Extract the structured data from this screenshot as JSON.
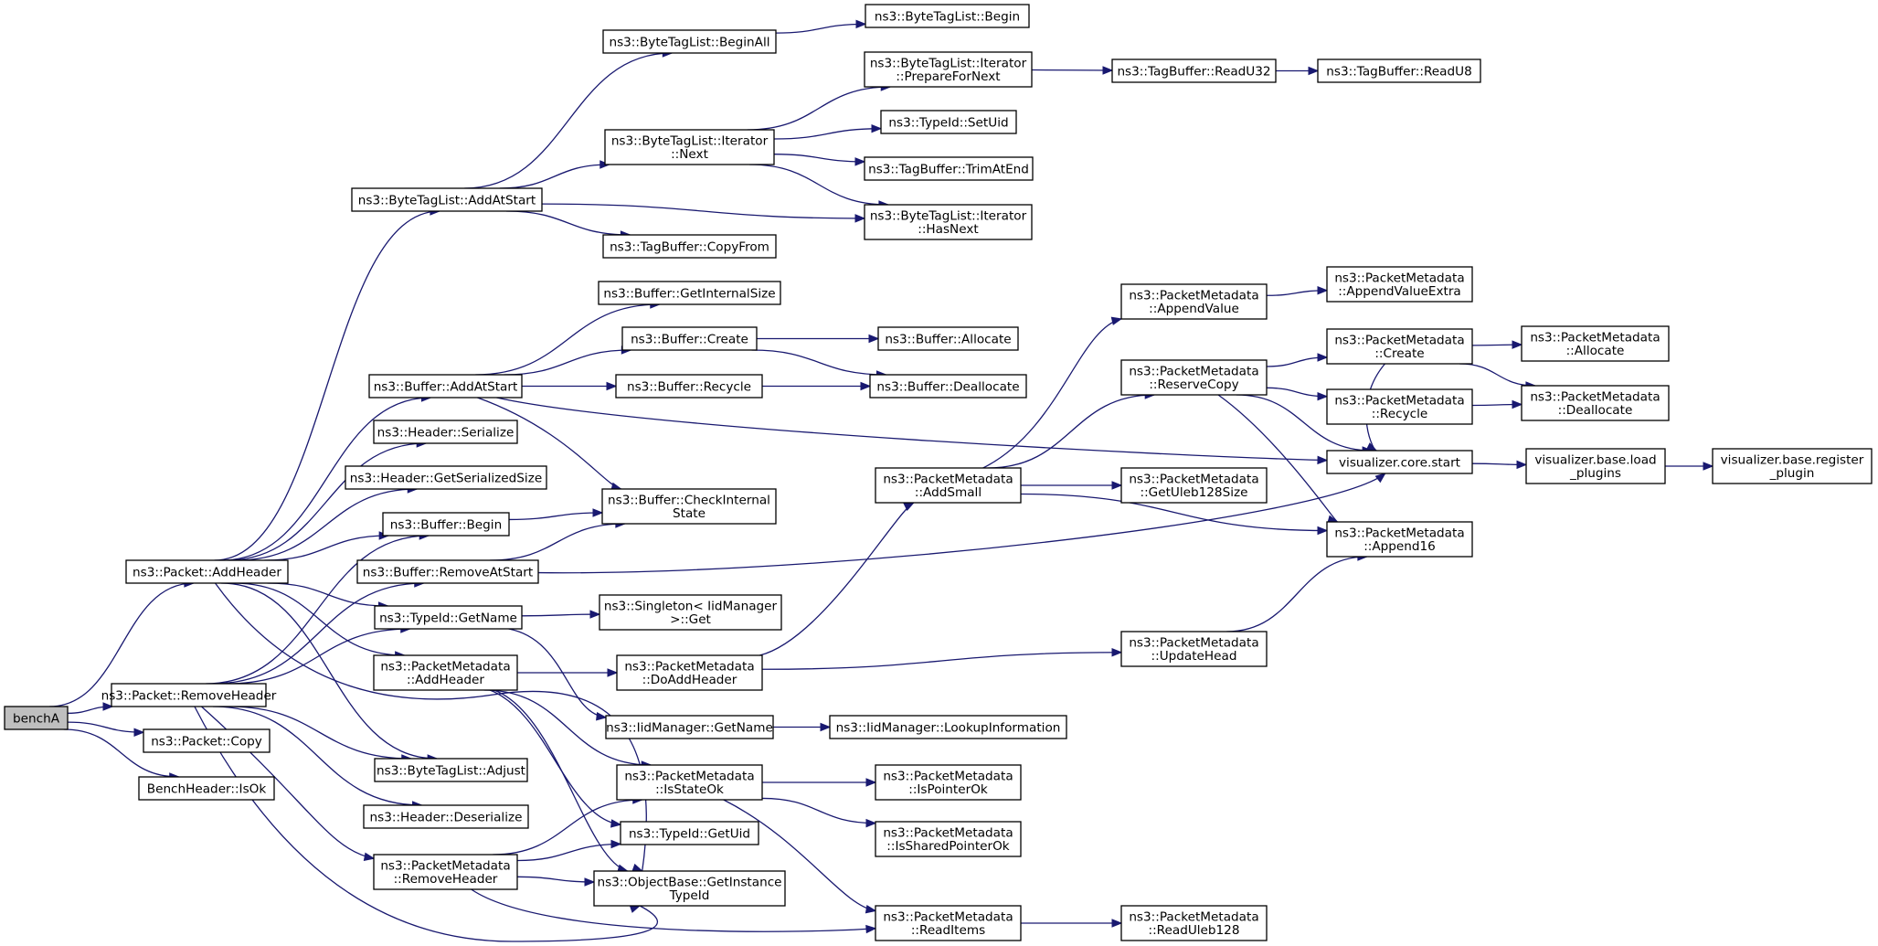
{
  "diagram": {
    "type": "call-graph",
    "nodes": [
      {
        "id": "benchA",
        "lines": [
          "benchA"
        ],
        "root": true
      },
      {
        "id": "packet_addheader",
        "lines": [
          "ns3::Packet::AddHeader"
        ]
      },
      {
        "id": "packet_removeheader",
        "lines": [
          "ns3::Packet::RemoveHeader"
        ]
      },
      {
        "id": "packet_copy",
        "lines": [
          "ns3::Packet::Copy"
        ]
      },
      {
        "id": "benchheader_isok",
        "lines": [
          "BenchHeader::IsOk"
        ]
      },
      {
        "id": "bytetaglist_addatstart",
        "lines": [
          "ns3::ByteTagList::AddAtStart"
        ]
      },
      {
        "id": "buffer_addatstart",
        "lines": [
          "ns3::Buffer::AddAtStart"
        ]
      },
      {
        "id": "header_serialize",
        "lines": [
          "ns3::Header::Serialize"
        ]
      },
      {
        "id": "header_getserializedsize",
        "lines": [
          "ns3::Header::GetSerializedSize"
        ]
      },
      {
        "id": "buffer_begin",
        "lines": [
          "ns3::Buffer::Begin"
        ]
      },
      {
        "id": "buffer_removeatstart",
        "lines": [
          "ns3::Buffer::RemoveAtStart"
        ]
      },
      {
        "id": "typeid_getname",
        "lines": [
          "ns3::TypeId::GetName"
        ]
      },
      {
        "id": "packetmetadata_addheader",
        "lines": [
          "ns3::PacketMetadata",
          "::AddHeader"
        ]
      },
      {
        "id": "bytetaglist_adjust",
        "lines": [
          "ns3::ByteTagList::Adjust"
        ]
      },
      {
        "id": "header_deserialize",
        "lines": [
          "ns3::Header::Deserialize"
        ]
      },
      {
        "id": "packetmetadata_removeheader",
        "lines": [
          "ns3::PacketMetadata",
          "::RemoveHeader"
        ]
      },
      {
        "id": "bytetaglist_beginall",
        "lines": [
          "ns3::ByteTagList::BeginAll"
        ]
      },
      {
        "id": "bytetaglist_iterator_next",
        "lines": [
          "ns3::ByteTagList::Iterator",
          "::Next"
        ]
      },
      {
        "id": "tagbuffer_copyfrom",
        "lines": [
          "ns3::TagBuffer::CopyFrom"
        ]
      },
      {
        "id": "buffer_getinternalsize",
        "lines": [
          "ns3::Buffer::GetInternalSize"
        ]
      },
      {
        "id": "buffer_create",
        "lines": [
          "ns3::Buffer::Create"
        ]
      },
      {
        "id": "buffer_recycle",
        "lines": [
          "ns3::Buffer::Recycle"
        ]
      },
      {
        "id": "buffer_checkinternalstate",
        "lines": [
          "ns3::Buffer::CheckInternal",
          "State"
        ]
      },
      {
        "id": "singleton_get",
        "lines": [
          "ns3::Singleton< IidManager",
          ">::Get"
        ]
      },
      {
        "id": "packetmetadata_doaddheader",
        "lines": [
          "ns3::PacketMetadata",
          "::DoAddHeader"
        ]
      },
      {
        "id": "iidmanager_getname",
        "lines": [
          "ns3::IidManager::GetName"
        ]
      },
      {
        "id": "packetmetadata_isstateok",
        "lines": [
          "ns3::PacketMetadata",
          "::IsStateOk"
        ]
      },
      {
        "id": "typeid_getuid",
        "lines": [
          "ns3::TypeId::GetUid"
        ]
      },
      {
        "id": "objectbase_getinstancetypeid",
        "lines": [
          "ns3::ObjectBase::GetInstance",
          "TypeId"
        ]
      },
      {
        "id": "bytetaglist_begin",
        "lines": [
          "ns3::ByteTagList::Begin"
        ]
      },
      {
        "id": "bytetaglist_iterator_preparefornext",
        "lines": [
          "ns3::ByteTagList::Iterator",
          "::PrepareForNext"
        ]
      },
      {
        "id": "typeid_setuid",
        "lines": [
          "ns3::TypeId::SetUid"
        ]
      },
      {
        "id": "tagbuffer_trimatend",
        "lines": [
          "ns3::TagBuffer::TrimAtEnd"
        ]
      },
      {
        "id": "bytetaglist_iterator_hasnext",
        "lines": [
          "ns3::ByteTagList::Iterator",
          "::HasNext"
        ]
      },
      {
        "id": "buffer_allocate",
        "lines": [
          "ns3::Buffer::Allocate"
        ]
      },
      {
        "id": "buffer_deallocate",
        "lines": [
          "ns3::Buffer::Deallocate"
        ]
      },
      {
        "id": "packetmetadata_addsmall",
        "lines": [
          "ns3::PacketMetadata",
          "::AddSmall"
        ]
      },
      {
        "id": "iidmanager_lookupinformation",
        "lines": [
          "ns3::IidManager::LookupInformation"
        ]
      },
      {
        "id": "packetmetadata_ispointerok",
        "lines": [
          "ns3::PacketMetadata",
          "::IsPointerOk"
        ]
      },
      {
        "id": "packetmetadata_issharedpointerok",
        "lines": [
          "ns3::PacketMetadata",
          "::IsSharedPointerOk"
        ]
      },
      {
        "id": "packetmetadata_readitems",
        "lines": [
          "ns3::PacketMetadata",
          "::ReadItems"
        ]
      },
      {
        "id": "tagbuffer_readu32",
        "lines": [
          "ns3::TagBuffer::ReadU32"
        ]
      },
      {
        "id": "packetmetadata_appendvalue",
        "lines": [
          "ns3::PacketMetadata",
          "::AppendValue"
        ]
      },
      {
        "id": "packetmetadata_reservecopy",
        "lines": [
          "ns3::PacketMetadata",
          "::ReserveCopy"
        ]
      },
      {
        "id": "packetmetadata_getuleb128size",
        "lines": [
          "ns3::PacketMetadata",
          "::GetUleb128Size"
        ]
      },
      {
        "id": "packetmetadata_updatehead",
        "lines": [
          "ns3::PacketMetadata",
          "::UpdateHead"
        ]
      },
      {
        "id": "packetmetadata_readuleb128",
        "lines": [
          "ns3::PacketMetadata",
          "::ReadUleb128"
        ]
      },
      {
        "id": "tagbuffer_readu8",
        "lines": [
          "ns3::TagBuffer::ReadU8"
        ]
      },
      {
        "id": "packetmetadata_appendvalueextra",
        "lines": [
          "ns3::PacketMetadata",
          "::AppendValueExtra"
        ]
      },
      {
        "id": "packetmetadata_create",
        "lines": [
          "ns3::PacketMetadata",
          "::Create"
        ]
      },
      {
        "id": "packetmetadata_recycle",
        "lines": [
          "ns3::PacketMetadata",
          "::Recycle"
        ]
      },
      {
        "id": "visualizer_core_start",
        "lines": [
          "visualizer.core.start"
        ]
      },
      {
        "id": "packetmetadata_append16",
        "lines": [
          "ns3::PacketMetadata",
          "::Append16"
        ]
      },
      {
        "id": "packetmetadata_allocate",
        "lines": [
          "ns3::PacketMetadata",
          "::Allocate"
        ]
      },
      {
        "id": "packetmetadata_deallocate",
        "lines": [
          "ns3::PacketMetadata",
          "::Deallocate"
        ]
      },
      {
        "id": "visualizer_base_load_plugins",
        "lines": [
          "visualizer.base.load",
          "_plugins"
        ]
      },
      {
        "id": "visualizer_base_register_plugin",
        "lines": [
          "visualizer.base.register",
          "_plugin"
        ]
      }
    ],
    "edges": [
      [
        "benchA",
        "packet_addheader"
      ],
      [
        "benchA",
        "packet_removeheader"
      ],
      [
        "benchA",
        "packet_copy"
      ],
      [
        "benchA",
        "benchheader_isok"
      ],
      [
        "packet_addheader",
        "bytetaglist_addatstart"
      ],
      [
        "packet_addheader",
        "buffer_addatstart"
      ],
      [
        "packet_addheader",
        "header_serialize"
      ],
      [
        "packet_addheader",
        "header_getserializedsize"
      ],
      [
        "packet_addheader",
        "buffer_begin"
      ],
      [
        "packet_addheader",
        "typeid_getname"
      ],
      [
        "packet_addheader",
        "packetmetadata_addheader"
      ],
      [
        "packet_addheader",
        "bytetaglist_adjust"
      ],
      [
        "packet_addheader",
        "objectbase_getinstancetypeid"
      ],
      [
        "packet_removeheader",
        "buffer_begin"
      ],
      [
        "packet_removeheader",
        "buffer_removeatstart"
      ],
      [
        "packet_removeheader",
        "typeid_getname"
      ],
      [
        "packet_removeheader",
        "bytetaglist_adjust"
      ],
      [
        "packet_removeheader",
        "header_deserialize"
      ],
      [
        "packet_removeheader",
        "packetmetadata_removeheader"
      ],
      [
        "packet_removeheader",
        "objectbase_getinstancetypeid"
      ],
      [
        "bytetaglist_addatstart",
        "bytetaglist_beginall"
      ],
      [
        "bytetaglist_addatstart",
        "bytetaglist_iterator_next"
      ],
      [
        "bytetaglist_addatstart",
        "tagbuffer_copyfrom"
      ],
      [
        "bytetaglist_addatstart",
        "bytetaglist_iterator_hasnext"
      ],
      [
        "bytetaglist_beginall",
        "bytetaglist_begin"
      ],
      [
        "bytetaglist_iterator_next",
        "bytetaglist_iterator_preparefornext"
      ],
      [
        "bytetaglist_iterator_next",
        "typeid_setuid"
      ],
      [
        "bytetaglist_iterator_next",
        "tagbuffer_trimatend"
      ],
      [
        "bytetaglist_iterator_next",
        "bytetaglist_iterator_hasnext"
      ],
      [
        "bytetaglist_iterator_preparefornext",
        "tagbuffer_readu32"
      ],
      [
        "tagbuffer_readu32",
        "tagbuffer_readu8"
      ],
      [
        "buffer_addatstart",
        "buffer_getinternalsize"
      ],
      [
        "buffer_addatstart",
        "buffer_create"
      ],
      [
        "buffer_addatstart",
        "buffer_recycle"
      ],
      [
        "buffer_addatstart",
        "buffer_checkinternalstate"
      ],
      [
        "buffer_addatstart",
        "visualizer_core_start"
      ],
      [
        "buffer_create",
        "buffer_allocate"
      ],
      [
        "buffer_create",
        "buffer_deallocate"
      ],
      [
        "buffer_recycle",
        "buffer_deallocate"
      ],
      [
        "buffer_begin",
        "buffer_checkinternalstate"
      ],
      [
        "buffer_removeatstart",
        "buffer_checkinternalstate"
      ],
      [
        "buffer_removeatstart",
        "visualizer_core_start"
      ],
      [
        "typeid_getname",
        "singleton_get"
      ],
      [
        "typeid_getname",
        "iidmanager_getname"
      ],
      [
        "iidmanager_getname",
        "iidmanager_lookupinformation"
      ],
      [
        "packetmetadata_addheader",
        "packetmetadata_doaddheader"
      ],
      [
        "packetmetadata_addheader",
        "packetmetadata_isstateok"
      ],
      [
        "packetmetadata_addheader",
        "typeid_getuid"
      ],
      [
        "packetmetadata_addheader",
        "objectbase_getinstancetypeid"
      ],
      [
        "packetmetadata_removeheader",
        "packetmetadata_isstateok"
      ],
      [
        "packetmetadata_removeheader",
        "typeid_getuid"
      ],
      [
        "packetmetadata_removeheader",
        "objectbase_getinstancetypeid"
      ],
      [
        "packetmetadata_removeheader",
        "packetmetadata_readitems"
      ],
      [
        "packetmetadata_doaddheader",
        "packetmetadata_addsmall"
      ],
      [
        "packetmetadata_doaddheader",
        "packetmetadata_updatehead"
      ],
      [
        "packetmetadata_isstateok",
        "packetmetadata_ispointerok"
      ],
      [
        "packetmetadata_isstateok",
        "packetmetadata_issharedpointerok"
      ],
      [
        "packetmetadata_isstateok",
        "packetmetadata_readitems"
      ],
      [
        "packetmetadata_readitems",
        "packetmetadata_readuleb128"
      ],
      [
        "packetmetadata_addsmall",
        "packetmetadata_appendvalue"
      ],
      [
        "packetmetadata_addsmall",
        "packetmetadata_reservecopy"
      ],
      [
        "packetmetadata_addsmall",
        "packetmetadata_getuleb128size"
      ],
      [
        "packetmetadata_addsmall",
        "packetmetadata_append16"
      ],
      [
        "packetmetadata_appendvalue",
        "packetmetadata_appendvalueextra"
      ],
      [
        "packetmetadata_reservecopy",
        "packetmetadata_create"
      ],
      [
        "packetmetadata_reservecopy",
        "packetmetadata_recycle"
      ],
      [
        "packetmetadata_reservecopy",
        "visualizer_core_start"
      ],
      [
        "packetmetadata_reservecopy",
        "packetmetadata_append16"
      ],
      [
        "packetmetadata_updatehead",
        "packetmetadata_append16"
      ],
      [
        "packetmetadata_create",
        "packetmetadata_allocate"
      ],
      [
        "packetmetadata_create",
        "packetmetadata_deallocate"
      ],
      [
        "packetmetadata_create",
        "visualizer_core_start"
      ],
      [
        "packetmetadata_recycle",
        "packetmetadata_deallocate"
      ],
      [
        "visualizer_core_start",
        "visualizer_base_load_plugins"
      ],
      [
        "visualizer_base_load_plugins",
        "visualizer_base_register_plugin"
      ]
    ]
  }
}
